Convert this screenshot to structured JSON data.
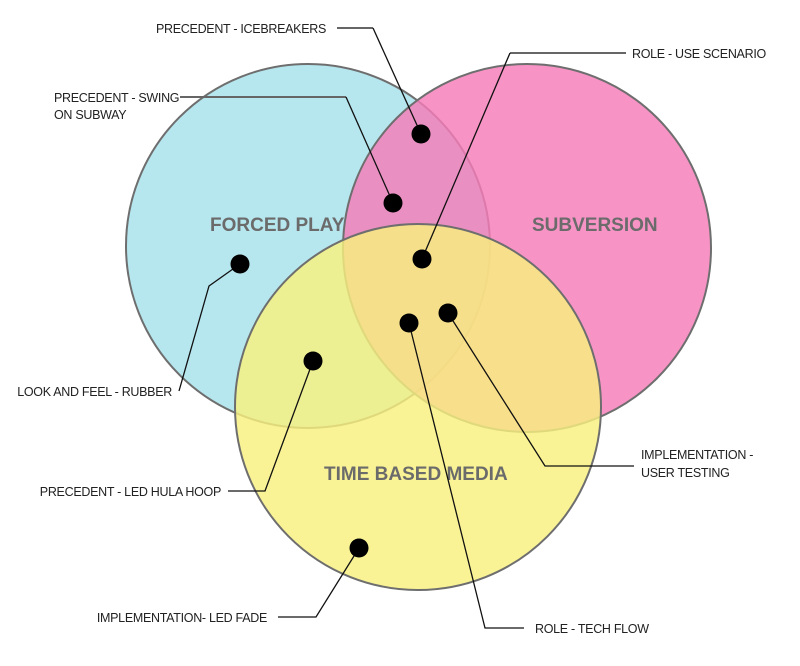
{
  "diagram": {
    "type": "venn",
    "sets": [
      {
        "id": "forced-play",
        "label": "FORCED PLAY",
        "color": "#a6e0ea"
      },
      {
        "id": "subversion",
        "label": "SUBVERSION",
        "color": "#f57bb8"
      },
      {
        "id": "time-based-media",
        "label": "TIME BASED MEDIA",
        "color": "#f8f07e"
      }
    ],
    "annotations": [
      {
        "id": "precedent-icebreakers",
        "lines": [
          "PRECEDENT - ICEBREAKERS"
        ],
        "sets": [
          "forced-play",
          "subversion"
        ]
      },
      {
        "id": "role-use-scenario",
        "lines": [
          "ROLE - USE SCENARIO"
        ],
        "sets": [
          "forced-play",
          "subversion",
          "time-based-media"
        ]
      },
      {
        "id": "precedent-swing-on-subway",
        "lines": [
          "PRECEDENT - SWING",
          "ON SUBWAY"
        ],
        "sets": [
          "forced-play",
          "subversion"
        ]
      },
      {
        "id": "look-and-feel-rubber",
        "lines": [
          "LOOK AND FEEL - RUBBER"
        ],
        "sets": [
          "forced-play"
        ]
      },
      {
        "id": "precedent-led-hula-hoop",
        "lines": [
          "PRECEDENT - LED HULA HOOP"
        ],
        "sets": [
          "forced-play",
          "time-based-media"
        ]
      },
      {
        "id": "implementation-user-testing",
        "lines": [
          "IMPLEMENTATION -",
          "USER TESTING"
        ],
        "sets": [
          "forced-play",
          "subversion",
          "time-based-media"
        ]
      },
      {
        "id": "implementation-led-fade",
        "lines": [
          "IMPLEMENTATION- LED FADE"
        ],
        "sets": [
          "time-based-media"
        ]
      },
      {
        "id": "role-tech-flow",
        "lines": [
          "ROLE - TECH FLOW"
        ],
        "sets": [
          "forced-play",
          "subversion",
          "time-based-media"
        ]
      }
    ]
  }
}
